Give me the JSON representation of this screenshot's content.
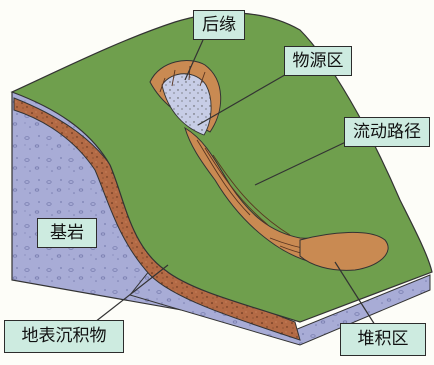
{
  "labels": {
    "houyuan": "后缘",
    "wuyuan": "物源区",
    "liudong": "流动路径",
    "jiyan": "基岩",
    "dibiao": "地表沉积物",
    "duiji": "堆积区"
  },
  "colors": {
    "grass": "#6f9f4d",
    "bedrock": "#a8acd6",
    "sediment": "#b36a45",
    "flow": "#c98a52",
    "source": "#c7cde6",
    "label_bg": "#cdebe0"
  }
}
